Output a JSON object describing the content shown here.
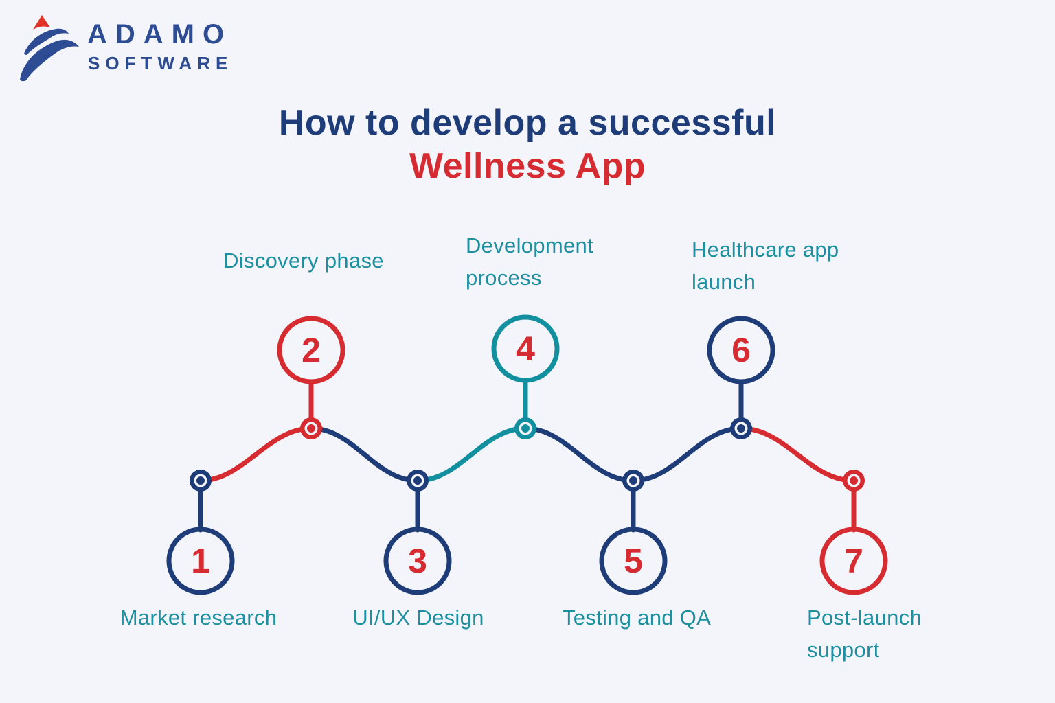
{
  "colors": {
    "navy": "#1e3c78",
    "red": "#d62b30",
    "teal": "#12909f",
    "label_teal": "#1d8fa0",
    "logo_blue": "#2d4c94",
    "logo_red": "#e23327",
    "background": "#f4f5fa"
  },
  "logo": {
    "brand": "ADAMO",
    "sub_brand": "SOFTWARE"
  },
  "title": {
    "line1": "How to develop a successful",
    "line2": "Wellness App"
  },
  "timeline": {
    "nodes": [
      {
        "number": "1",
        "label": "Market research",
        "lines": [
          "Market research"
        ],
        "placement": "bottom",
        "color": "navy",
        "connector_to_next": "red"
      },
      {
        "number": "2",
        "label": "Discovery phase",
        "lines": [
          "Discovery phase"
        ],
        "placement": "top",
        "color": "red",
        "connector_to_next": "navy"
      },
      {
        "number": "3",
        "label": "UI/UX Design",
        "lines": [
          "UI/UX Design"
        ],
        "placement": "bottom",
        "color": "navy",
        "connector_to_next": "teal"
      },
      {
        "number": "4",
        "label": "Development process",
        "lines": [
          "Development",
          "process"
        ],
        "placement": "top",
        "color": "teal",
        "connector_to_next": "navy"
      },
      {
        "number": "5",
        "label": "Testing and QA",
        "lines": [
          "Testing and QA"
        ],
        "placement": "bottom",
        "color": "navy",
        "connector_to_next": "navy"
      },
      {
        "number": "6",
        "label": "Healthcare app launch",
        "lines": [
          "Healthcare app",
          "launch"
        ],
        "placement": "top",
        "color": "navy",
        "connector_to_next": "red"
      },
      {
        "number": "7",
        "label": "Post-launch support",
        "lines": [
          "Post-launch",
          "support"
        ],
        "placement": "bottom",
        "color": "red",
        "connector_to_next": null
      }
    ]
  }
}
